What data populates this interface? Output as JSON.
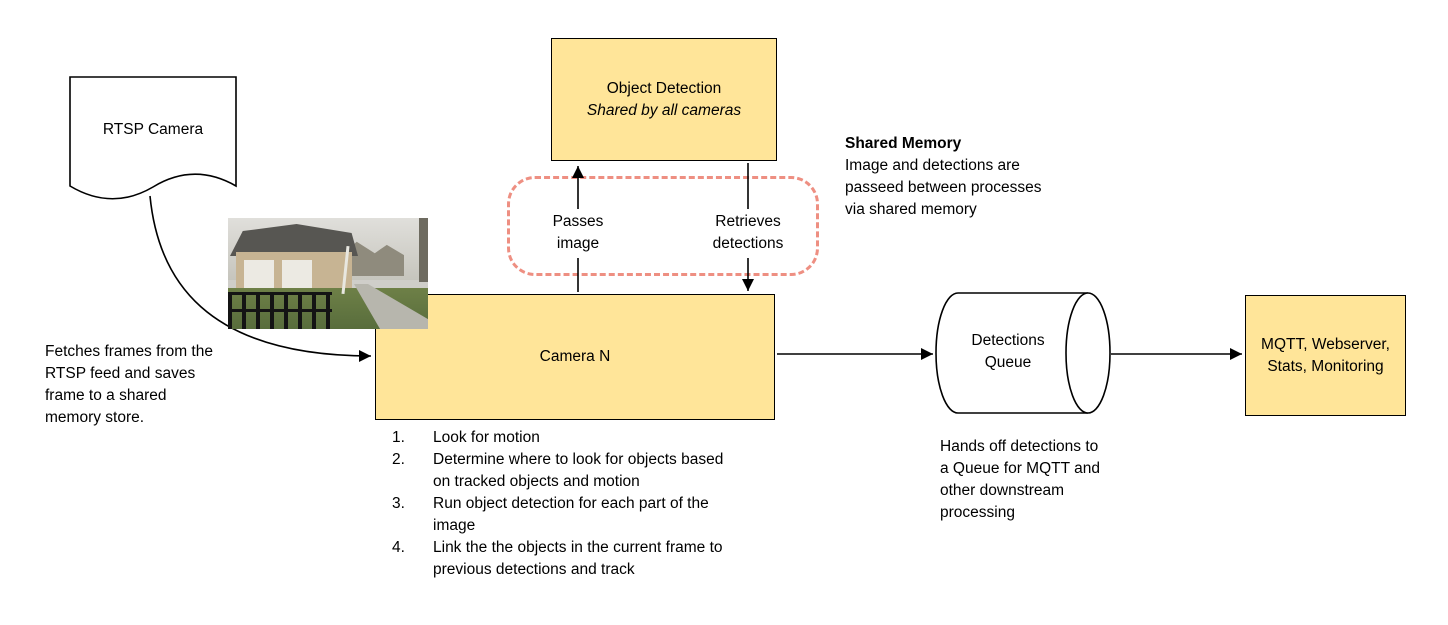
{
  "diagram": {
    "rtsp_camera_label": "RTSP Camera",
    "fetch_note": "Fetches frames from the RTSP feed and saves frame to a shared memory store.",
    "object_detection": {
      "title": "Object Detection",
      "subtitle": "Shared by all cameras"
    },
    "edge_labels": {
      "passes_image": "Passes\nimage",
      "retrieves_detections": "Retrieves\ndetections"
    },
    "shared_memory_note": {
      "title": "Shared Memory",
      "body": "Image and detections are passeed between processes via shared memory"
    },
    "camera_box_label": "Camera N",
    "camera_steps": [
      {
        "num": "1.",
        "text": "Look for motion"
      },
      {
        "num": "2.",
        "text": "Determine where to look for objects based on tracked objects and motion"
      },
      {
        "num": "3.",
        "text": "Run object detection for each part of the image"
      },
      {
        "num": "4.",
        "text": "Link the the objects in the current frame to previous detections and track"
      }
    ],
    "detections_queue_label": "Detections Queue",
    "queue_note": "Hands off detections to a Queue for MQTT and other downstream processing",
    "output_box_label": "MQTT, Webserver, Stats, Monitoring",
    "colors": {
      "node_fill": "#FFE599",
      "node_border": "#000000",
      "shared_memory_dashed_border": "#EE8F82",
      "connector": "#000000"
    }
  }
}
